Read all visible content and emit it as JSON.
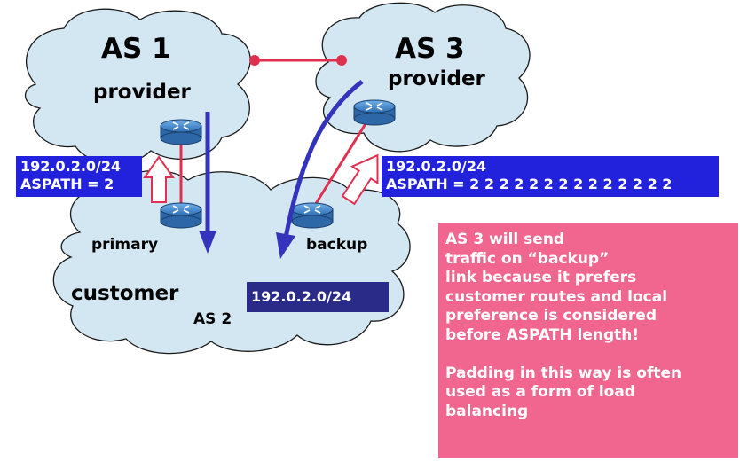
{
  "colors": {
    "cloud_fill": "#d3e7f3",
    "cloud_stroke": "#1a1a1a",
    "flow_arrow": "#3333bb",
    "link": "#e03050",
    "router": "#4a8fd0",
    "route_box": "#2222dd",
    "route_box_dark": "#2a2a88",
    "note_box": "#f0668f"
  },
  "clouds": {
    "as1": {
      "name": "AS 1",
      "role": "provider"
    },
    "as3": {
      "name": "AS 3",
      "role": "provider"
    },
    "as2": {
      "name": "customer",
      "as": "AS 2",
      "primary": "primary",
      "backup": "backup"
    }
  },
  "icons": {
    "router": "router-icon"
  },
  "routes": {
    "as1_announcement": {
      "prefix": "192.0.2.0/24",
      "aspath": "ASPATH = 2"
    },
    "as3_announcement": {
      "prefix": "192.0.2.0/24",
      "aspath": "ASPATH = 2 2 2 2 2 2 2 2 2 2 2 2 2 2"
    },
    "customer_prefix": "192.0.2.0/24"
  },
  "note": {
    "line1": "AS 3 will send",
    "line2": "traffic on “backup”",
    "line3": "link because it prefers",
    "line4": "customer routes and local",
    "line5": "preference is considered",
    "line6": "before ASPATH length!",
    "line7": "Padding in this way is often",
    "line8": "used as a form of load",
    "line9": "balancing"
  }
}
